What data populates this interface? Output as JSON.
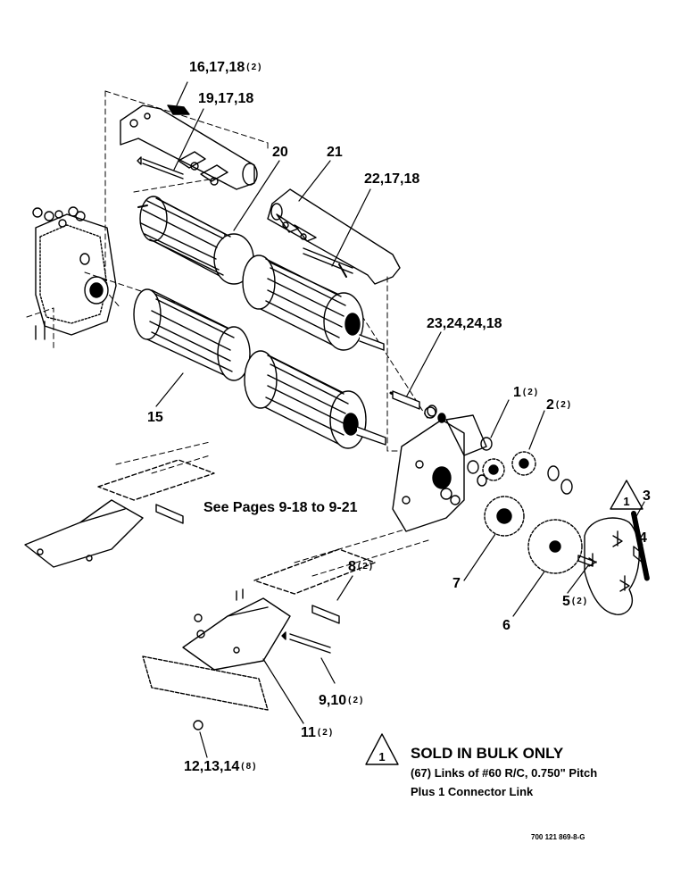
{
  "labels": {
    "l1": {
      "text": "16,17,18",
      "qty": "(2)"
    },
    "l2": {
      "text": "19,17,18",
      "qty": ""
    },
    "l3": {
      "text": "20",
      "qty": ""
    },
    "l4": {
      "text": "21",
      "qty": ""
    },
    "l5": {
      "text": "22,17,18",
      "qty": ""
    },
    "l6": {
      "text": "23,24,24,18",
      "qty": ""
    },
    "l7": {
      "text": "15",
      "qty": ""
    },
    "l8": {
      "text": "1",
      "qty": "(2)"
    },
    "l9": {
      "text": "2",
      "qty": "(2)"
    },
    "l10": {
      "text": "3",
      "qty": ""
    },
    "l11": {
      "text": "4",
      "qty": ""
    },
    "l12": {
      "text": "5",
      "qty": "(2)"
    },
    "l13": {
      "text": "6",
      "qty": ""
    },
    "l14": {
      "text": "7",
      "qty": ""
    },
    "l15": {
      "text": "8",
      "qty": "(2)"
    },
    "l16": {
      "text": "9,10",
      "qty": "(2)"
    },
    "l17": {
      "text": "11",
      "qty": "(2)"
    },
    "l18": {
      "text": "12,13,14",
      "qty": "(8)"
    }
  },
  "see_pages": "See Pages 9-18 to 9-21",
  "note": {
    "marker": "1",
    "title": "SOLD IN BULK ONLY",
    "line1": "(67) Links of #60 R/C, 0.750\" Pitch",
    "line2": "Plus 1 Connector Link"
  },
  "chain_marker": "1",
  "reference_code": "700 121 869-8-G"
}
